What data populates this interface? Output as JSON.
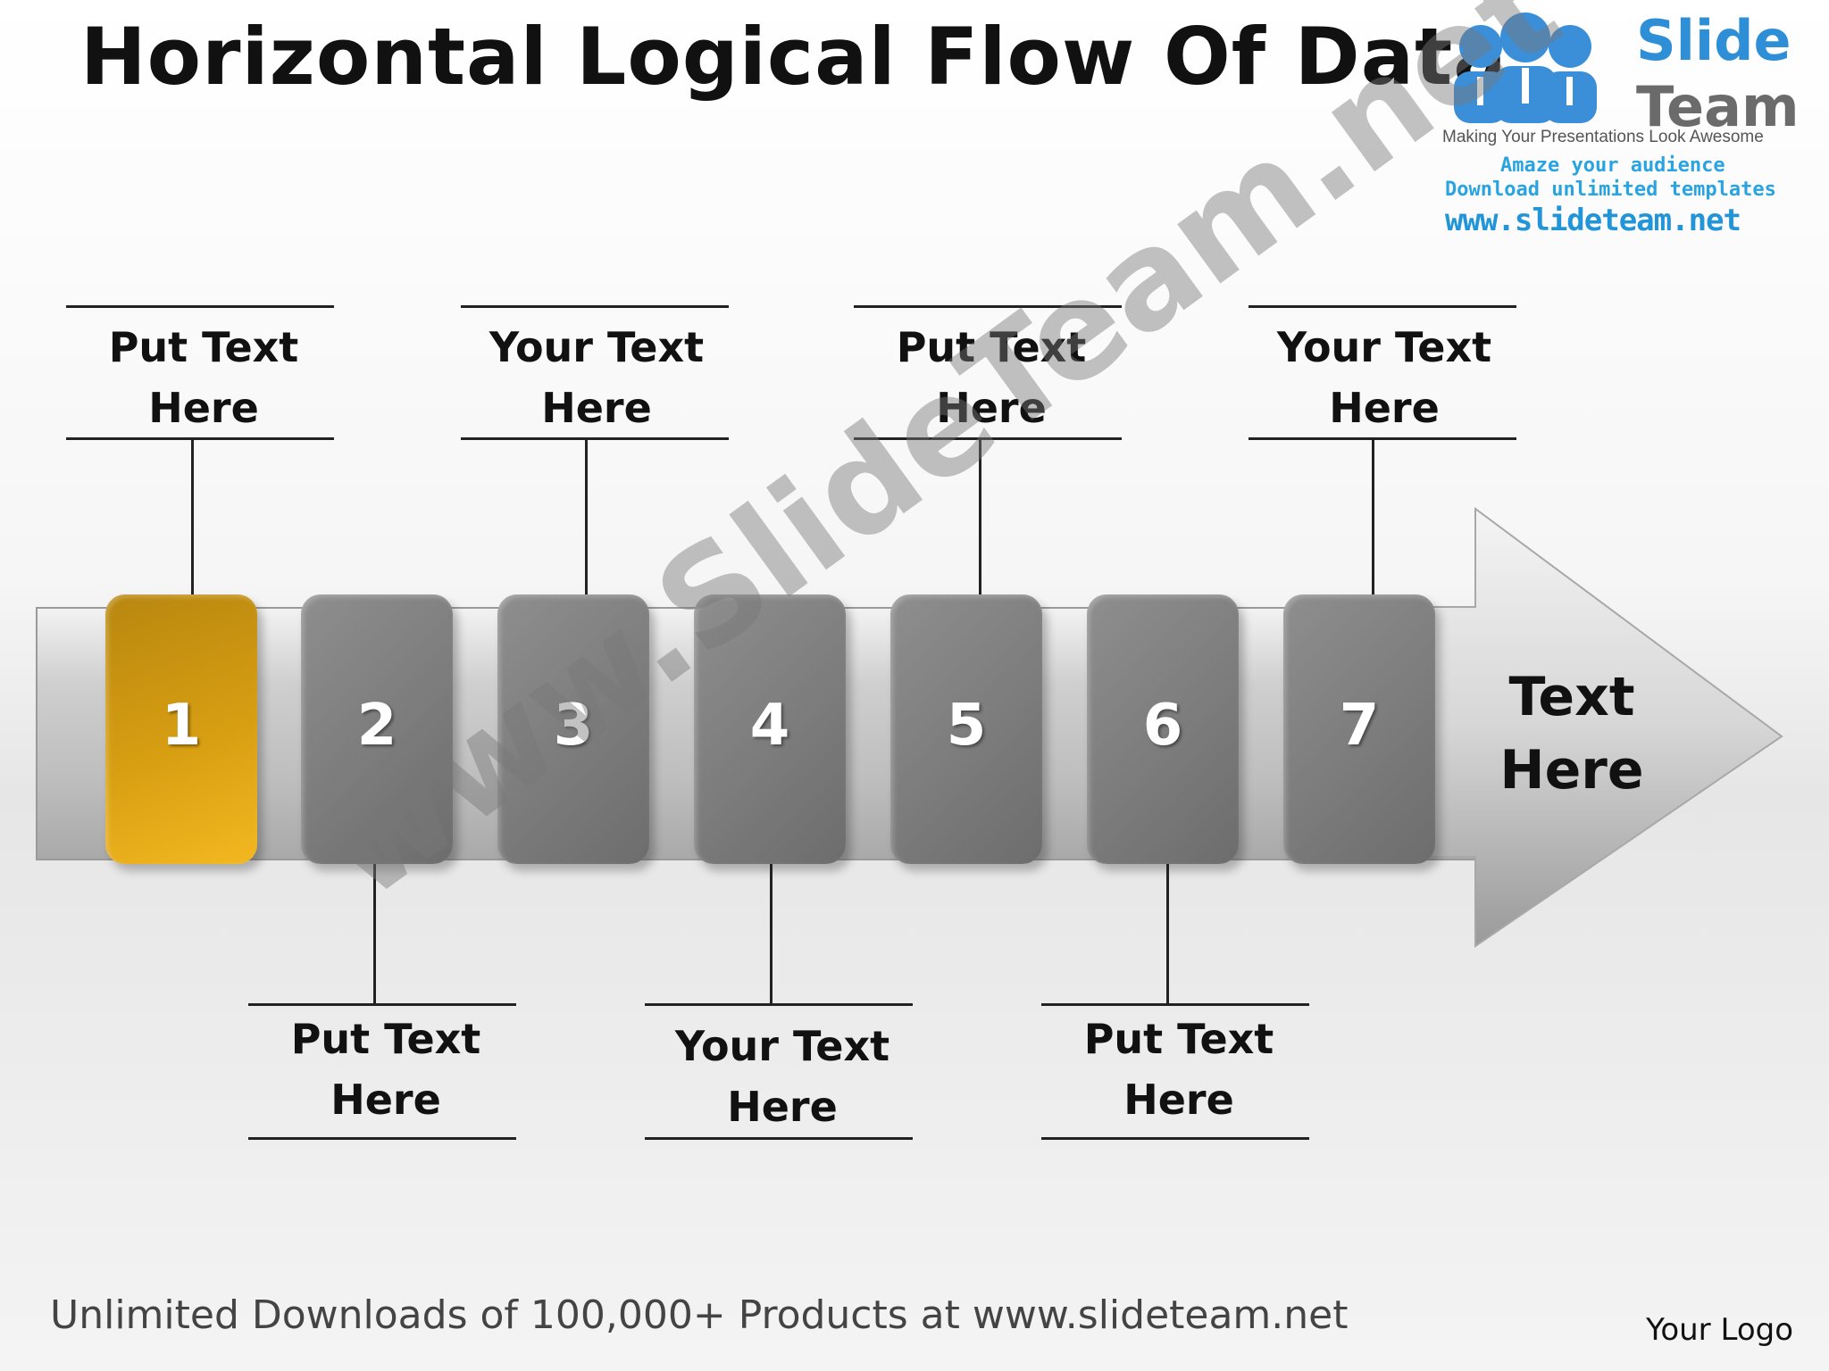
{
  "title": "Horizontal Logical Flow Of Data",
  "brand": {
    "word1": "Slide",
    "word2": "Team",
    "tagline": "Making Your Presentations Look Awesome",
    "line1": "Amaze your audience",
    "line2": "Download unlimited templates",
    "url": "www.slideteam.net"
  },
  "colors": {
    "active_block": "#e0a516",
    "block": "#7f7f7f",
    "brand_blue": "#2e8fd6"
  },
  "steps": [
    "1",
    "2",
    "3",
    "4",
    "5",
    "6",
    "7"
  ],
  "active_step": 1,
  "top_labels": [
    {
      "line1": "Put Text",
      "line2": "Here"
    },
    {
      "line1": "Your Text",
      "line2": "Here"
    },
    {
      "line1": "Put Text",
      "line2": "Here"
    },
    {
      "line1": "Your Text",
      "line2": "Here"
    }
  ],
  "bottom_labels": [
    {
      "line1": "Put Text",
      "line2": "Here"
    },
    {
      "line1": "Your Text",
      "line2": "Here"
    },
    {
      "line1": "Put Text",
      "line2": "Here"
    }
  ],
  "arrow_text": {
    "line1": "Text",
    "line2": "Here"
  },
  "watermark": "www.SlideTeam.net",
  "footer": "Unlimited Downloads of 100,000+ Products at www.slideteam.net",
  "your_logo": "Your Logo"
}
